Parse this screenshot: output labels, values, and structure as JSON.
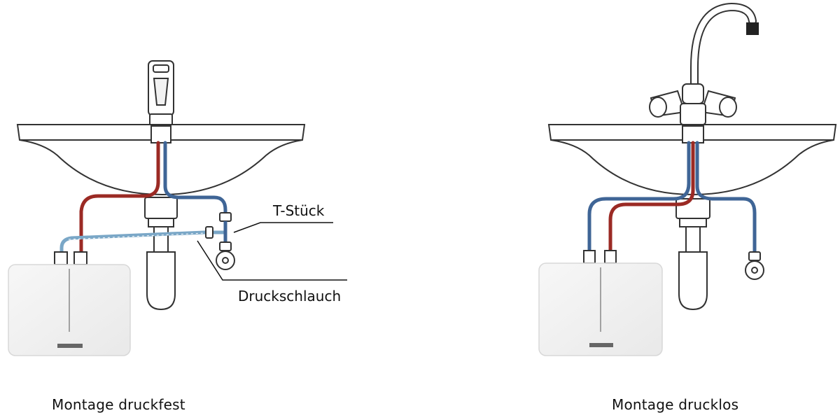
{
  "colors": {
    "hot_pipe": "#9b2a24",
    "cold_pipe": "#3f6596",
    "pressure_hose": "#7aa7c7",
    "outline": "#333333",
    "background": "#ffffff"
  },
  "left_panel": {
    "caption": "Montage druckfest",
    "labels": {
      "t_piece": "T-Stück",
      "pressure_hose": "Druckschlauch"
    }
  },
  "right_panel": {
    "caption": "Montage drucklos"
  },
  "icons": [
    "sink",
    "single-lever-mixer",
    "two-handle-mixer",
    "water-heater",
    "siphon",
    "angle-valve"
  ]
}
